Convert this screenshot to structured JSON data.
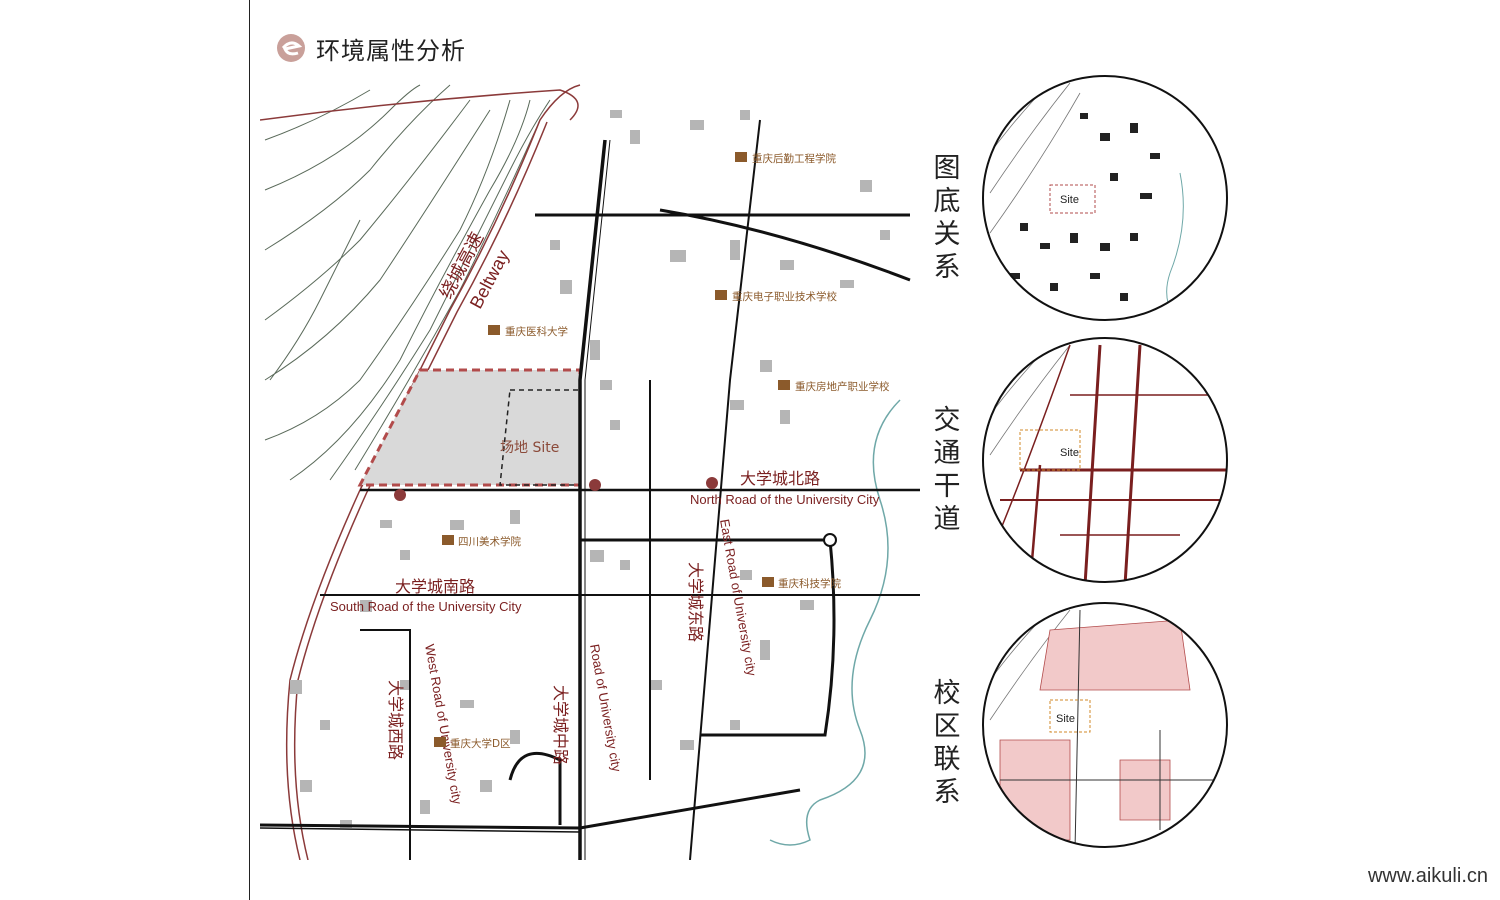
{
  "page": {
    "title": "环境属性分析",
    "watermark": "www.aikuli.cn"
  },
  "site": {
    "label": "场地 Site"
  },
  "roads": {
    "beltway_zh": "绕城高速",
    "beltway_en": "Beltway",
    "north_zh": "大学城北路",
    "north_en": "North Road of the University City",
    "south_zh": "大学城南路",
    "south_en": "South Road of the University City",
    "east_zh": "大学城东路",
    "east_en": "East Road of University city",
    "middle_zh": "大学城中路",
    "middle_en": "Road of University city",
    "west_zh": "大学城西路",
    "west_en": "West Road of University city"
  },
  "campuses": [
    {
      "name": "重庆后勤工程学院"
    },
    {
      "name": "重庆电子职业技术学校"
    },
    {
      "name": "重庆医科大学"
    },
    {
      "name": "重庆房地产职业学校"
    },
    {
      "name": "四川美术学院"
    },
    {
      "name": "重庆科技学院"
    },
    {
      "name": "重庆大学D区"
    }
  ],
  "insets": [
    {
      "label": "图底关系",
      "site": "Site"
    },
    {
      "label": "交通干道",
      "site": "Site"
    },
    {
      "label": "校区联系",
      "site": "Site"
    }
  ],
  "colors": {
    "road": "#111111",
    "highway": "#8b3a3a",
    "river": "#6fa8a8",
    "contour": "#5a6a5a",
    "accent": "#b24b4b",
    "site_fill": "#d9d9d9"
  }
}
